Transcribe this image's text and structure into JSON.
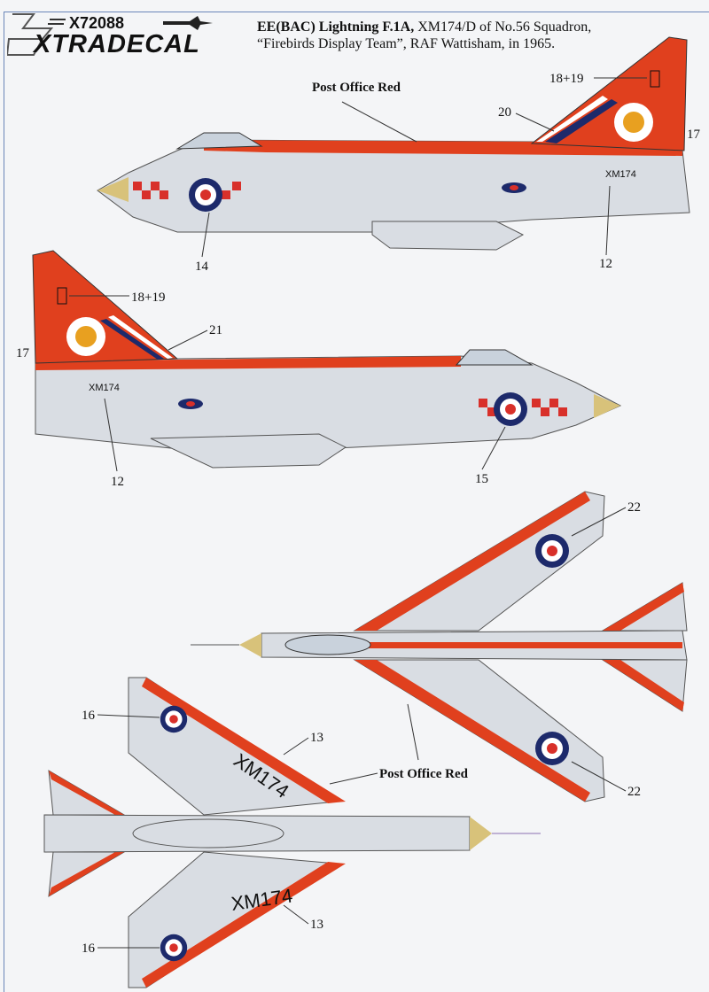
{
  "header": {
    "product_code": "X72088",
    "brand": "XTRADECAL",
    "title_bold": "EE(BAC) Lightning F.1A,",
    "title_rest": " XM174/D of No.56 Squadron,",
    "title_line2": "“Firebirds Display Team”, RAF Wattisham, in 1965."
  },
  "colors": {
    "post_office_red": "#e0401e",
    "aircraft_grey": "#d9dde3",
    "roundel_blue": "#1d2a6b",
    "roundel_red": "#d8302a",
    "nose_cone": "#d8c27a"
  },
  "profile_right": {
    "paint_label": "Post Office Red",
    "callouts": [
      "18+19",
      "20",
      "17",
      "14",
      "12"
    ],
    "serial": "XM174"
  },
  "profile_left": {
    "callouts": [
      "18+19",
      "21",
      "17",
      "12",
      "15"
    ],
    "serial": "XM174"
  },
  "top_view": {
    "callouts": [
      "22",
      "22"
    ]
  },
  "bottom_view": {
    "paint_label": "Post Office Red",
    "callouts": [
      "16",
      "13",
      "13",
      "16"
    ],
    "serial": "XM174"
  }
}
